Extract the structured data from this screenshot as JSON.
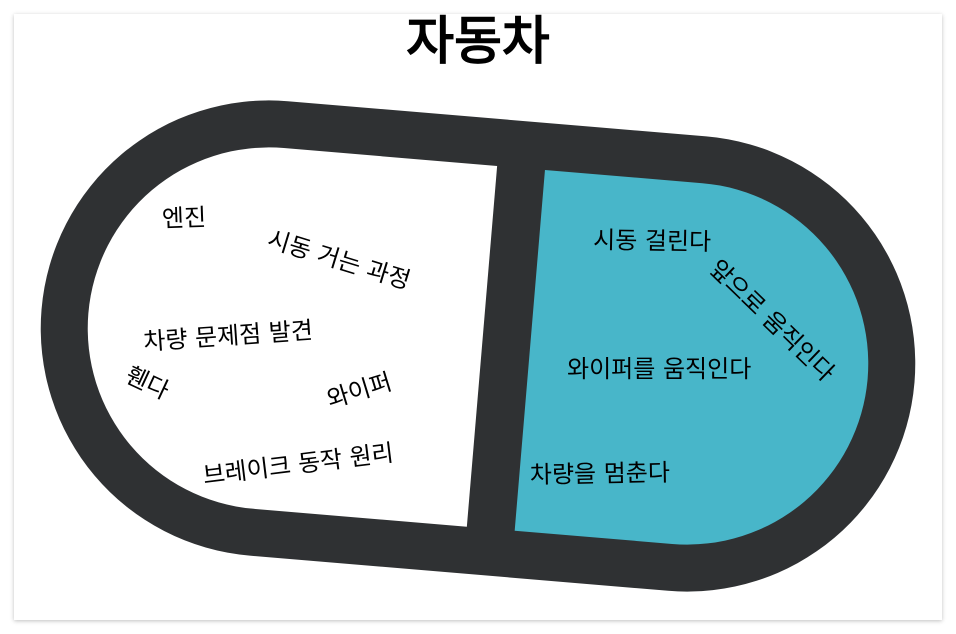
{
  "title": "자동차",
  "colors": {
    "capsule_outline": "#2f3133",
    "left_half": "#ffffff",
    "right_half": "#48b6c9"
  },
  "left_half": {
    "items": [
      "엔진",
      "시동 거는 과정",
      "차량 문제점 발견",
      "휀다",
      "와이퍼",
      "브레이크 동작 원리"
    ]
  },
  "right_half": {
    "items": [
      "시동 걸린다",
      "앞으로 움직인다",
      "와이퍼를 움직인다",
      "차량을 멈춘다"
    ]
  }
}
